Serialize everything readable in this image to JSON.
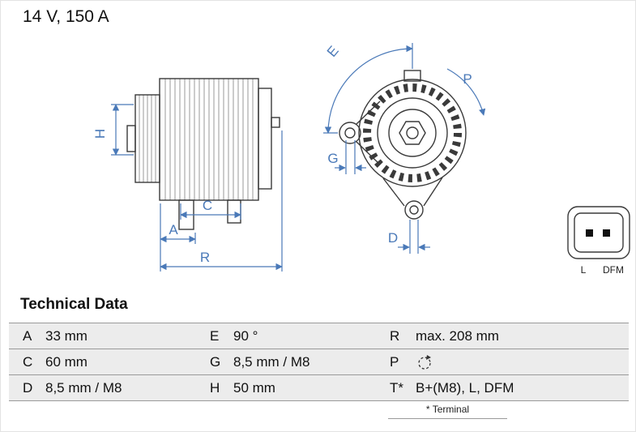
{
  "title": "14 V, 150 A",
  "colors": {
    "dimension_accent": "#4a79b8",
    "drawing_line": "#3a3a3a",
    "table_row_bg": "#ececec",
    "table_border": "#9a9a9a"
  },
  "drawing": {
    "labels": {
      "H": "H",
      "A": "A",
      "C": "C",
      "R": "R",
      "E": "E",
      "P": "P",
      "G": "G",
      "D": "D"
    },
    "connector": {
      "left": "L",
      "right": "DFM"
    }
  },
  "technical_data": {
    "heading": "Technical Data",
    "rows": [
      [
        {
          "key": "A",
          "value": "33 mm"
        },
        {
          "key": "E",
          "value": "90 °"
        },
        {
          "key": "R",
          "value": "max. 208 mm"
        }
      ],
      [
        {
          "key": "C",
          "value": "60 mm"
        },
        {
          "key": "G",
          "value": "8,5 mm / M8"
        },
        {
          "key": "P",
          "value": ""
        }
      ],
      [
        {
          "key": "D",
          "value": "8,5 mm / M8"
        },
        {
          "key": "H",
          "value": "50 mm"
        },
        {
          "key": "T*",
          "value": "B+(M8), L, DFM"
        }
      ]
    ],
    "footnote": "* Terminal"
  }
}
